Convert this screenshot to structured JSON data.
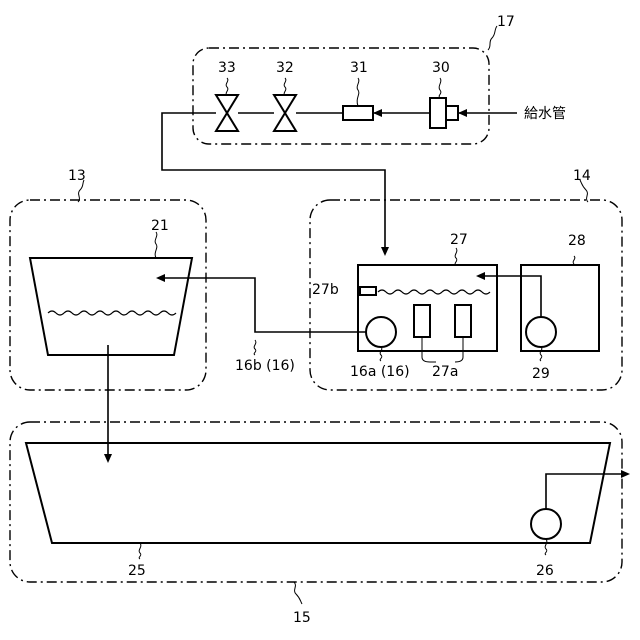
{
  "labels": {
    "group_supply": "17",
    "group_left": "13",
    "group_right": "14",
    "group_bottom": "15",
    "valve_a": "33",
    "valve_b": "32",
    "component_31": "31",
    "component_30": "30",
    "supply_pipe": "給水管",
    "tank_21": "21",
    "tank_27": "27",
    "tank_28": "28",
    "inlet_27b": "27b",
    "pipe_16b": "16b (16)",
    "pump_16a": "16a (16)",
    "heaters_27a": "27a",
    "pump_29": "29",
    "tank_25": "25",
    "pump_26": "26"
  }
}
